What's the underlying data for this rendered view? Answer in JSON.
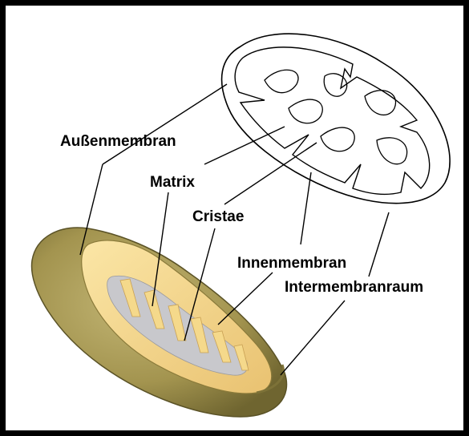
{
  "labels": {
    "outer_membrane": "Außenmembran",
    "matrix": "Matrix",
    "cristae": "Cristae",
    "inner_membrane": "Innenmembran",
    "intermembrane_space": "Intermembranraum"
  },
  "colors": {
    "frame": "#000000",
    "outer_shell": "#a89a5a",
    "outer_shell_dark": "#7d7238",
    "inner_fold": "#f5d98b",
    "inner_fold_shadow": "#d8b060",
    "matrix_fill": "#c8c8cc",
    "outline": "#000000"
  }
}
